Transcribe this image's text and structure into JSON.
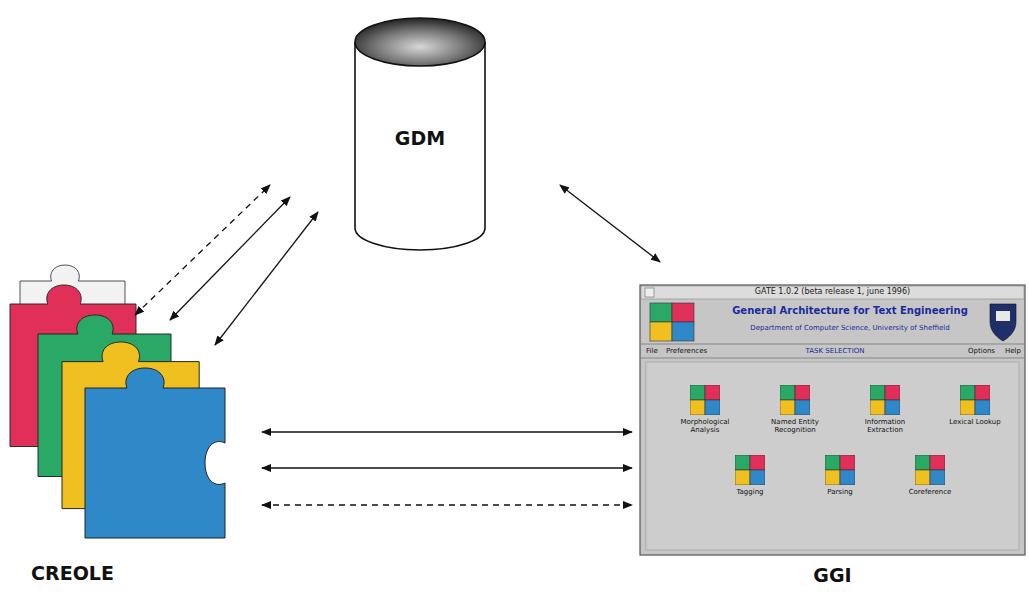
{
  "diagram": {
    "nodes": [
      {
        "text": [
          "GDM"
        ]
      },
      {
        "text": [
          "CREOLE"
        ]
      },
      {
        "text": [
          "GGI"
        ]
      }
    ],
    "edges": [
      {
        "from": 1,
        "to": 0,
        "arrow": "both"
      },
      {
        "from": 1,
        "to": 0,
        "arrow": "both"
      },
      {
        "from": 1,
        "to": 0,
        "arrow": "both"
      },
      {
        "from": 0,
        "to": 2,
        "arrow": "both"
      },
      {
        "from": 1,
        "to": 2,
        "arrow": "both"
      },
      {
        "from": 1,
        "to": 2,
        "arrow": "both"
      },
      {
        "from": 1,
        "to": 2,
        "arrow": "both"
      }
    ],
    "labels": [
      "GATE 1.0.2 (beta release 1, june 1996)",
      "General Architecture for Text Engineering",
      "Department of Computer Science, University of Sheffield",
      "File",
      "Preferences",
      "TASK SELECTION",
      "Options",
      "Help",
      "Morphological Analysis",
      "Named Entity Recognition",
      "Information Extraction",
      "Lexical Lookup",
      "Tagging",
      "Parsing",
      "Coreference"
    ]
  }
}
